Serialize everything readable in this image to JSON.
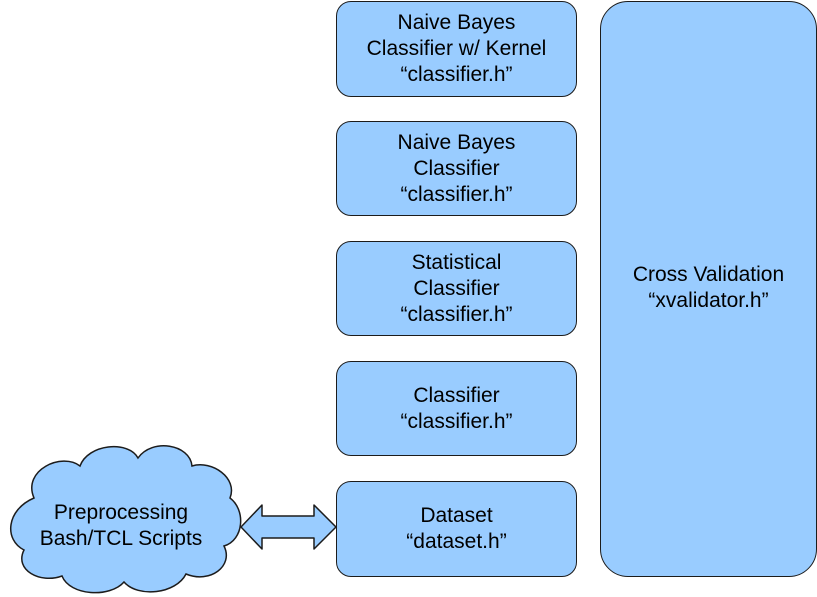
{
  "cloud": {
    "line1": "Preprocessing",
    "line2": "Bash/TCL Scripts"
  },
  "boxes": {
    "naive_bayes_kernel": {
      "line1": "Naive Bayes",
      "line2": "Classifier w/ Kernel",
      "line3": "“classifier.h”"
    },
    "naive_bayes": {
      "line1": "Naive Bayes",
      "line2": "Classifier",
      "line3": "“classifier.h”"
    },
    "statistical": {
      "line1": "Statistical",
      "line2": "Classifier",
      "line3": "“classifier.h”"
    },
    "classifier": {
      "line1": "Classifier",
      "line2": "“classifier.h”"
    },
    "dataset": {
      "line1": "Dataset",
      "line2": "“dataset.h”"
    },
    "cross_validation": {
      "line1": "Cross Validation",
      "line2": "“xvalidator.h”"
    }
  },
  "colors": {
    "fill": "#99ccff",
    "stroke": "#1c1c1c",
    "text": "#000000"
  }
}
